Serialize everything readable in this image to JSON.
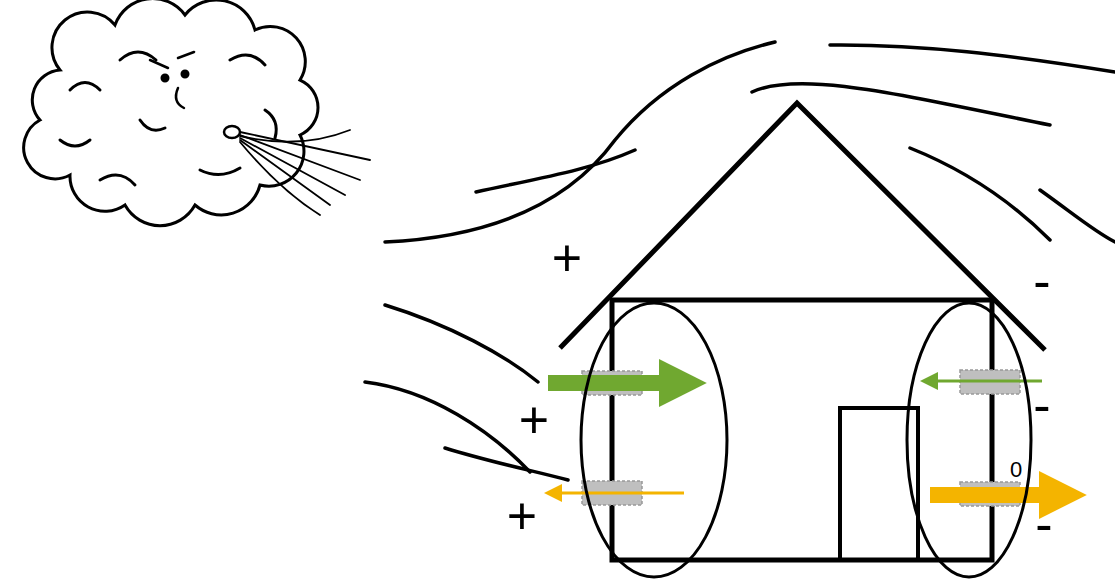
{
  "diagram": {
    "labels": [
      "+",
      "+",
      "+",
      "-",
      "-",
      "-",
      "0"
    ]
  }
}
